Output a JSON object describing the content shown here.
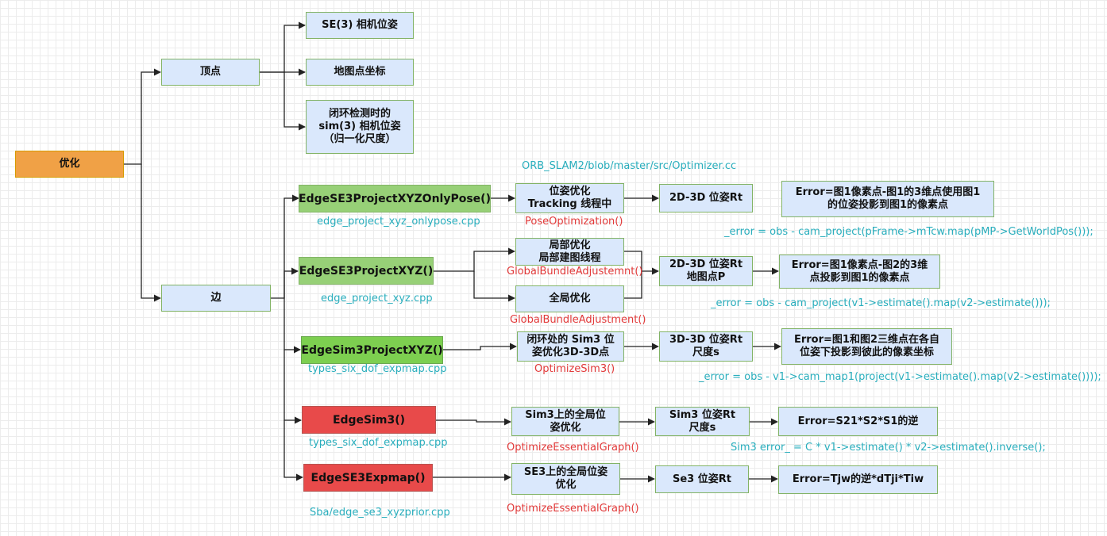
{
  "nodes": {
    "root": "优化",
    "vertex": "顶点",
    "edge": "边",
    "v_se3": "SE(3) 相机位姿",
    "v_map": "地图点坐标",
    "v_sim3": "闭环检测时的 sim(3) 相机位姿（归一化尺度）",
    "e1": "EdgeSE3ProjectXYZOnlyPose()",
    "e2": "EdgeSE3ProjectXYZ()",
    "e3": "EdgeSim3ProjectXYZ()",
    "e4": "EdgeSim3()",
    "e5": "EdgeSE3Expmap()",
    "p1": "位姿优化\nTracking 线程中",
    "p2a": "局部优化\n局部建图线程",
    "p2b": "全局优化",
    "p3": "闭环处的 Sim3 位姿优化3D-3D点",
    "p4": "Sim3上的全局位姿优化",
    "p5": "SE3上的全局位姿优化",
    "r1": "2D-3D 位姿Rt",
    "r2": "2D-3D 位姿Rt\n地图点P",
    "r3": "3D-3D 位姿Rt\n尺度s",
    "r4": "Sim3 位姿Rt\n尺度s",
    "r5": "Se3 位姿Rt",
    "err1": "Error=图1像素点-图1的3维点使用图1的位姿投影到图1的像素点",
    "err2": "Error=图1像素点-图2的3维点投影到图1的像素点",
    "err3": "Error=图1和图2三维点在各自位姿下投影到彼此的像素坐标",
    "err4": "Error=S21*S2*S1的逆",
    "err5": "Error=Tjw的逆*dTji*Tiw"
  },
  "labels": {
    "src": "ORB_SLAM2/blob/master/src/Optimizer.cc",
    "f1": "edge_project_xyz_onlypose.cpp",
    "f2": "edge_project_xyz.cpp",
    "f3": "types_six_dof_expmap.cpp",
    "f4": "types_six_dof_expmap.cpp",
    "f5": "Sba/edge_se3_xyzprior.cpp",
    "fn1": "PoseOptimization()",
    "fn2a": "GlobalBundleAdjustemnt()",
    "fn2b": "GlobalBundleAdjustment()",
    "fn3": "OptimizeSim3()",
    "fn4": "OptimizeEssentialGraph()",
    "fn5": "OptimizeEssentialGraph()",
    "c1": "_error = obs - cam_project(pFrame->mTcw.map(pMP->GetWorldPos()));",
    "c2": "_error = obs - cam_project(v1->estimate().map(v2->estimate()));",
    "c3": "_error = obs - v1->cam_map1(project(v1->estimate().map(v2->estimate())));",
    "c4": "Sim3 error_ = C * v1->estimate() * v2->estimate().inverse();"
  },
  "colors": {
    "line": "#222222",
    "box_fill": "#dae8fc",
    "box_border": "#82b366",
    "edge_green": "#97d077",
    "edge_red": "#e84a4a",
    "root_orange": "#f0a146",
    "label_cyan": "#29aebd",
    "label_red": "#e23a3a"
  }
}
